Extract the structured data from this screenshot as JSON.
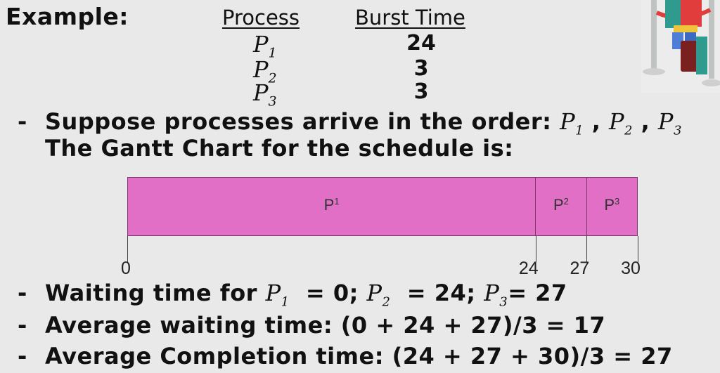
{
  "title": "Example:",
  "table": {
    "headers": [
      "Process",
      "Burst Time"
    ],
    "rows": [
      {
        "process": "P",
        "sub": "1",
        "burst": "24"
      },
      {
        "process": "P",
        "sub": "2",
        "burst": "3"
      },
      {
        "process": "P",
        "sub": "3",
        "burst": "3"
      }
    ]
  },
  "order_line": {
    "text": "Suppose processes arrive in the order:",
    "p1": "P",
    "s1": "1",
    "p2": "P",
    "s2": "2",
    "p3": "P",
    "s3": "3",
    "sep": ","
  },
  "gantt_intro": "The Gantt Chart for the schedule is:",
  "chart_data": {
    "type": "gantt",
    "segments": [
      {
        "label": "P",
        "sub": "1",
        "start": 0,
        "end": 24
      },
      {
        "label": "P",
        "sub": "2",
        "start": 24,
        "end": 27
      },
      {
        "label": "P",
        "sub": "3",
        "start": 27,
        "end": 30
      }
    ],
    "ticks": [
      0,
      24,
      27,
      30
    ],
    "bar_color": "#e26fc6",
    "border_color": "#7a3a6e"
  },
  "waiting_line": {
    "prefix": "Waiting time for",
    "p1": "P",
    "s1": "1",
    "v1": "= 0;",
    "p2": "P",
    "s2": "2",
    "v2": "= 24;",
    "p3": "P",
    "s3": "3",
    "v3": "= 27"
  },
  "avg_waiting": "Average waiting time:  (0 + 24 + 27)/3 = 17",
  "avg_completion": "Average Completion time: (24 + 27 + 30)/3 = 27",
  "bullet": "-"
}
